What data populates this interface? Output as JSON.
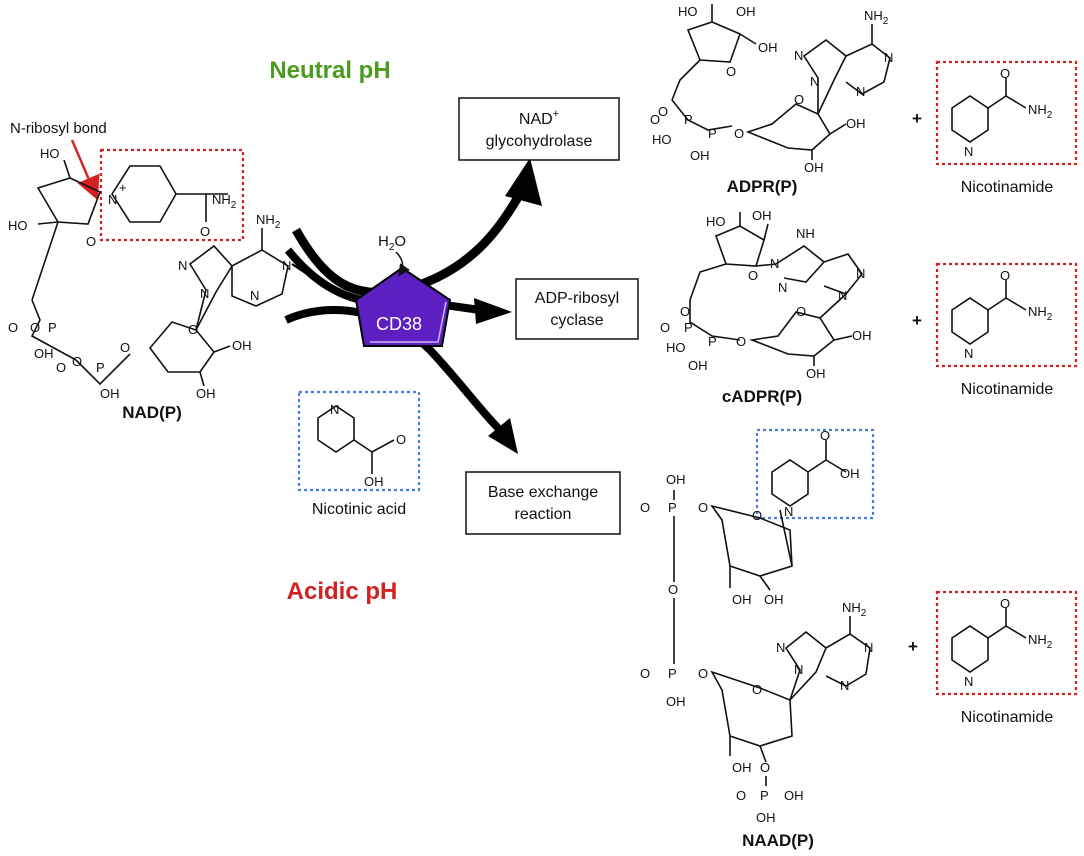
{
  "conditions": {
    "neutral": "Neutral pH",
    "acidic": "Acidic pH",
    "neutral_color": "#4c9a1e",
    "acidic_color": "#d42020"
  },
  "enzyme": {
    "name": "CD38",
    "color": "#5b1fc2",
    "cofactor": "H",
    "cofactor_sub": "2",
    "cofactor_tail": "O"
  },
  "annotation": {
    "bond": "N-ribosyl bond"
  },
  "reactions": {
    "glyco_line1": "NAD",
    "glyco_sup": "+",
    "glyco_line2": "glycohydrolase",
    "cyclase_line1": "ADP-ribosyl",
    "cyclase_line2": "cyclase",
    "exchange_line1": "Base exchange",
    "exchange_line2": "reaction"
  },
  "molecules": {
    "nad": "NAD(P)",
    "adpr": "ADPR(P)",
    "cadpr": "cADPR(P)",
    "naad": "NAAD(P)",
    "nicotinic_acid": "Nicotinic acid",
    "nicotinamide": "Nicotinamide",
    "plus": "+"
  },
  "atoms": {
    "ho": "HO",
    "oh": "OH",
    "o": "O",
    "n": "N",
    "nh": "NH",
    "nh2": "NH",
    "sub2": "2",
    "p": "P",
    "npos": "N",
    "plus_charge": "+"
  }
}
